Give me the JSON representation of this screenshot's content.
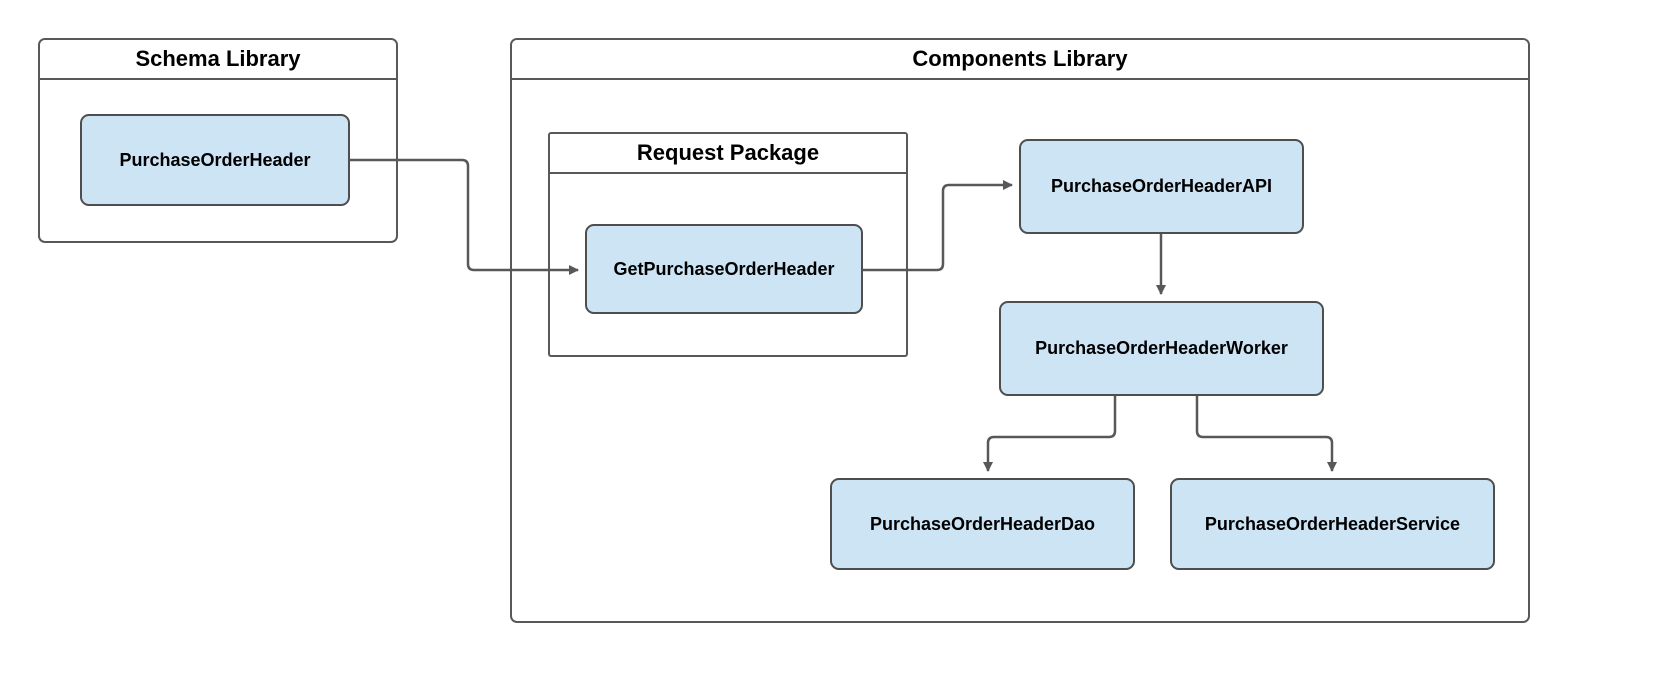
{
  "diagram": {
    "colors": {
      "node_fill": "#cde4f5",
      "node_border": "#4e4e4e",
      "container_border": "#585858",
      "arrow": "#585858"
    },
    "schema_library": {
      "title": "Schema Library",
      "node": "PurchaseOrderHeader"
    },
    "components_library": {
      "title": "Components Library",
      "request_package": {
        "title": "Request Package",
        "node": "GetPurchaseOrderHeader"
      },
      "api_node": "PurchaseOrderHeaderAPI",
      "worker_node": "PurchaseOrderHeaderWorker",
      "dao_node": "PurchaseOrderHeaderDao",
      "service_node": "PurchaseOrderHeaderService"
    },
    "edges": [
      {
        "from": "PurchaseOrderHeader",
        "to": "GetPurchaseOrderHeader"
      },
      {
        "from": "GetPurchaseOrderHeader",
        "to": "PurchaseOrderHeaderAPI"
      },
      {
        "from": "PurchaseOrderHeaderAPI",
        "to": "PurchaseOrderHeaderWorker"
      },
      {
        "from": "PurchaseOrderHeaderWorker",
        "to": "PurchaseOrderHeaderDao"
      },
      {
        "from": "PurchaseOrderHeaderWorker",
        "to": "PurchaseOrderHeaderService"
      }
    ]
  }
}
